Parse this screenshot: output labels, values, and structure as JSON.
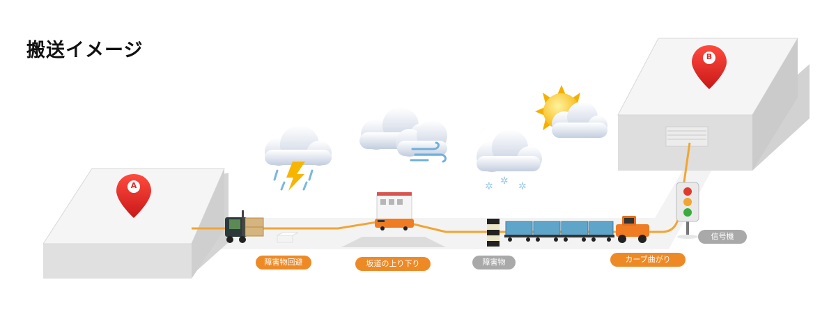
{
  "title": "搬送イメージ",
  "pins": {
    "a": "A",
    "b": "B"
  },
  "labels": {
    "obstacle_avoid": "障害物回避",
    "slope": "坂道の上り下り",
    "obstacle": "障害物",
    "curve": "カーブ曲がり",
    "signal": "信号機"
  },
  "icons": [
    "storm-cloud-icon",
    "windy-cloud-icon",
    "snow-cloud-icon",
    "sun-cloud-icon",
    "forklift-icon",
    "agv-icon",
    "tow-tractor-icon",
    "traffic-light-icon"
  ],
  "colors": {
    "route": "#f2a531",
    "pin": "#e02b2b",
    "label_orange": "#ee8a26",
    "label_gray": "#a9a9a9"
  }
}
